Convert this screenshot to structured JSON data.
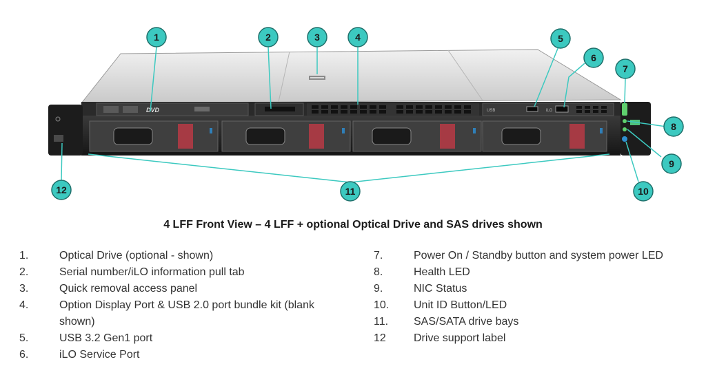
{
  "callouts": [
    "1",
    "2",
    "3",
    "4",
    "5",
    "6",
    "7",
    "8",
    "9",
    "10",
    "11",
    "12"
  ],
  "callout_color": "#3cc9c0",
  "callout_stroke": "#1f6f6a",
  "hardware_text": {
    "dvd_logo": "DVD",
    "usb_label": "USB",
    "ilo_label": "iLO"
  },
  "caption": "4 LFF Front View – 4 LFF + optional Optical Drive and SAS drives shown",
  "legend_left": [
    {
      "num": "1.",
      "text": "Optical Drive (optional - shown)"
    },
    {
      "num": "2.",
      "text": "Serial number/iLO information pull tab"
    },
    {
      "num": "3.",
      "text": "Quick removal access panel"
    },
    {
      "num": "4.",
      "text": "Option Display Port & USB 2.0 port bundle kit (blank shown)"
    },
    {
      "num": "5.",
      "text": "USB 3.2 Gen1 port"
    },
    {
      "num": "6.",
      "text": "iLO Service Port"
    }
  ],
  "legend_right": [
    {
      "num": "7.",
      "text": "Power On / Standby button and system power LED"
    },
    {
      "num": "8.",
      "text": "Health LED"
    },
    {
      "num": "9.",
      "text": "NIC Status"
    },
    {
      "num": "10.",
      "text": "Unit ID Button/LED"
    },
    {
      "num": "11.",
      "text": "SAS/SATA drive bays"
    },
    {
      "num": "12",
      "text": "Drive support label"
    }
  ]
}
